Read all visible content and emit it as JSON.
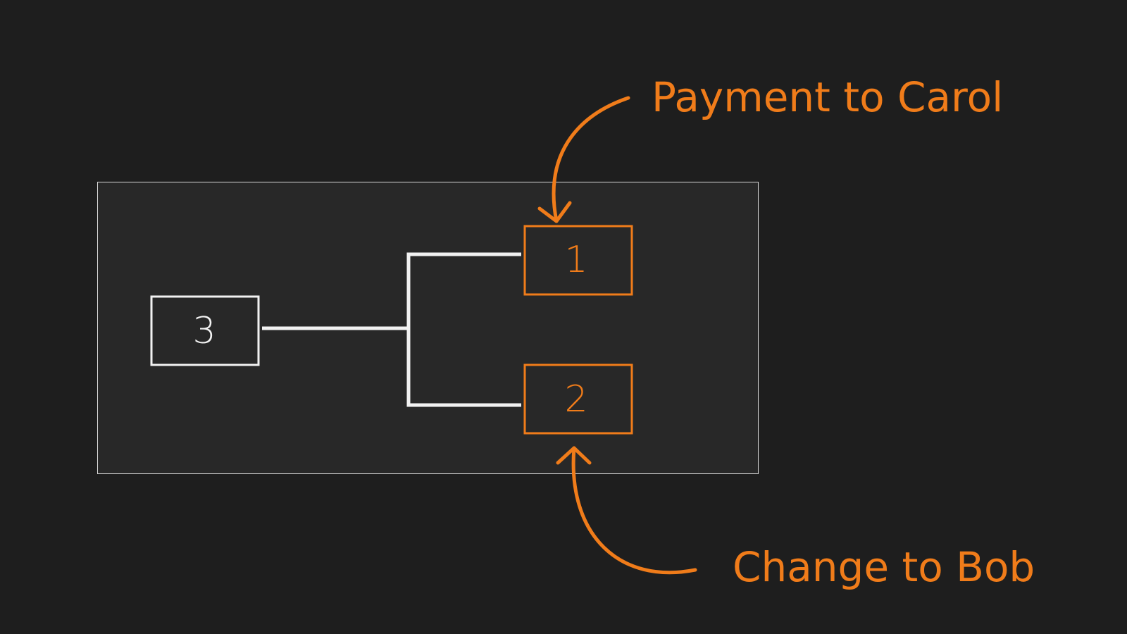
{
  "colors": {
    "background": "#1e1e1e",
    "panel": "#282828",
    "panel_border": "#d8d8d8",
    "white": "#f2f2f2",
    "accent": "#f07c1a"
  },
  "diagram": {
    "input_node": {
      "label": "3"
    },
    "outputs": [
      {
        "label": "1"
      },
      {
        "label": "2"
      }
    ],
    "annotations": {
      "payment": "Payment to Carol",
      "change": "Change to Bob"
    }
  }
}
